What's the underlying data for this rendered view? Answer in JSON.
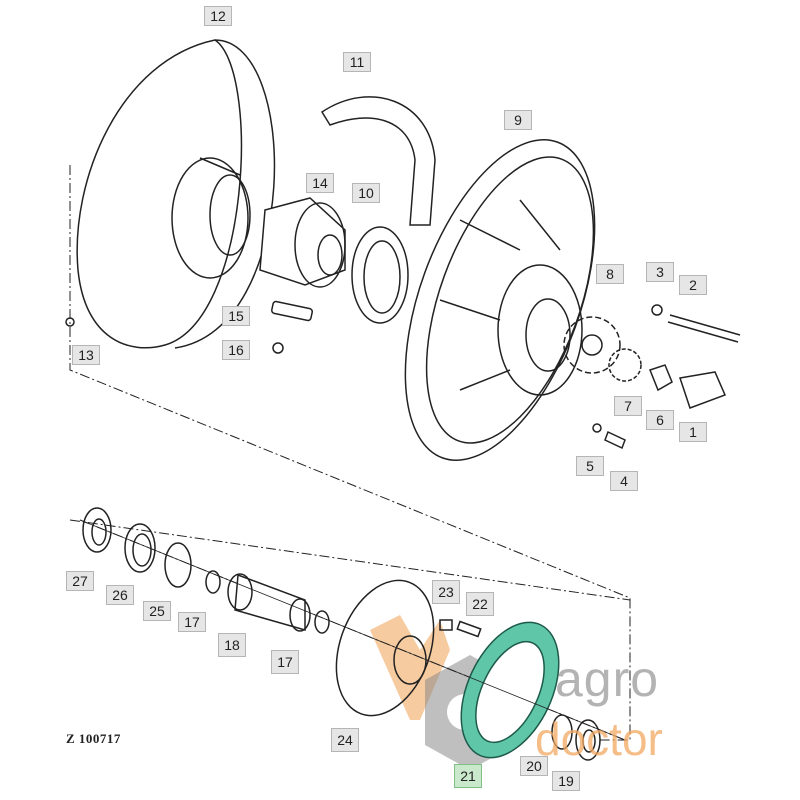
{
  "diagram": {
    "drawing_id": "Z 100717",
    "highlight_color": "#c9e8cc",
    "callouts": [
      {
        "id": "c12",
        "label": "12"
      },
      {
        "id": "c11",
        "label": "11"
      },
      {
        "id": "c9",
        "label": "9"
      },
      {
        "id": "c14",
        "label": "14"
      },
      {
        "id": "c10",
        "label": "10"
      },
      {
        "id": "c8",
        "label": "8"
      },
      {
        "id": "c3",
        "label": "3"
      },
      {
        "id": "c2",
        "label": "2"
      },
      {
        "id": "c15",
        "label": "15"
      },
      {
        "id": "c16",
        "label": "16"
      },
      {
        "id": "c13",
        "label": "13"
      },
      {
        "id": "c7",
        "label": "7"
      },
      {
        "id": "c6",
        "label": "6"
      },
      {
        "id": "c1",
        "label": "1"
      },
      {
        "id": "c5",
        "label": "5"
      },
      {
        "id": "c4",
        "label": "4"
      },
      {
        "id": "c27",
        "label": "27"
      },
      {
        "id": "c26",
        "label": "26"
      },
      {
        "id": "c25",
        "label": "25"
      },
      {
        "id": "c17a",
        "label": "17"
      },
      {
        "id": "c18",
        "label": "18"
      },
      {
        "id": "c17b",
        "label": "17"
      },
      {
        "id": "c23",
        "label": "23"
      },
      {
        "id": "c22",
        "label": "22"
      },
      {
        "id": "c24",
        "label": "24"
      },
      {
        "id": "c21",
        "label": "21",
        "highlighted": true
      },
      {
        "id": "c20",
        "label": "20"
      },
      {
        "id": "c19",
        "label": "19"
      }
    ]
  },
  "watermark": {
    "line1": "agro",
    "line2": "doctor"
  }
}
